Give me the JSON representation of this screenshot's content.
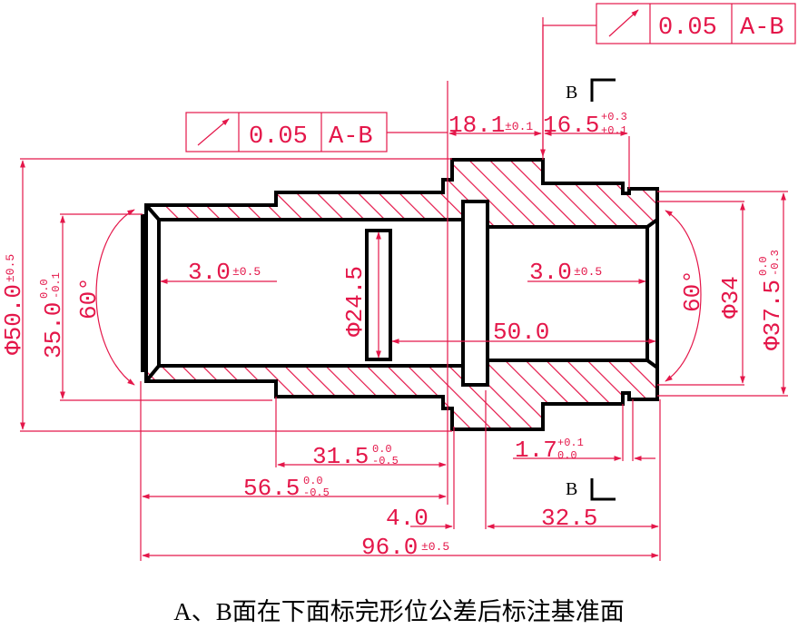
{
  "colors": {
    "dimension": "#e4174a",
    "outline": "#000000"
  },
  "gdt_top": {
    "symbol": "runout-arrow-icon",
    "tolerance": "0.05",
    "datum": "A-B"
  },
  "gdt_left": {
    "symbol": "runout-arrow-icon",
    "tolerance": "0.05",
    "datum": "A-B"
  },
  "section_marks": {
    "top": "B",
    "bottom": "B"
  },
  "dims": {
    "d181": {
      "main": "18.1",
      "tol": "±0.1"
    },
    "d165": {
      "main": "16.5",
      "tol_up": "+0.3",
      "tol_lo": "+0.1"
    },
    "phi50": {
      "main": "Φ50.0",
      "tol": "±0.5"
    },
    "d350": {
      "main": "35.0",
      "tol_up": "0.0",
      "tol_lo": "-0.1"
    },
    "ang_left": "60°",
    "ang_right": "60°",
    "d30_left": {
      "main": "3.0",
      "tol": "±0.5"
    },
    "d30_right": {
      "main": "3.0",
      "tol": "±0.5"
    },
    "phi245": "Φ24.5",
    "phi34": "Φ34",
    "phi375": {
      "main": "Φ37.5",
      "tol_up": "0.0",
      "tol_lo": "-0.3"
    },
    "d500": "50.0",
    "d315": {
      "main": "31.5",
      "tol_up": "0.0",
      "tol_lo": "-0.5"
    },
    "d17": {
      "main": "1.7",
      "tol_up": "+0.1",
      "tol_lo": "0.0"
    },
    "d565": {
      "main": "56.5",
      "tol_up": "0.0",
      "tol_lo": "-0.5"
    },
    "d40": "4.0",
    "d325": "32.5",
    "d960": {
      "main": "96.0",
      "tol": "±0.5"
    }
  },
  "caption": "A、B面在下面标完形位公差后标注基准面"
}
